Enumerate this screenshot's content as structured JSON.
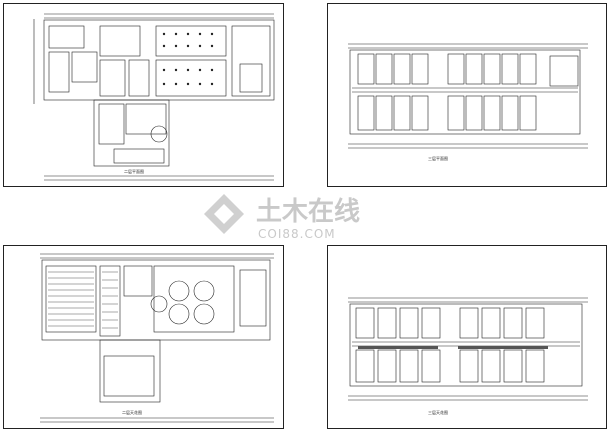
{
  "sheets": [
    {
      "id": "top-left",
      "caption": "二层平面图"
    },
    {
      "id": "top-right",
      "caption": "三层平面图"
    },
    {
      "id": "bottom-left",
      "caption": "二层天花图"
    },
    {
      "id": "bottom-right",
      "caption": "三层天花图"
    }
  ],
  "watermark": {
    "cn": "土木在线",
    "en": "COI88.COM",
    "color": "#c9c9c9"
  },
  "colors": {
    "line": "#222222",
    "fill_dark": "#555555"
  }
}
